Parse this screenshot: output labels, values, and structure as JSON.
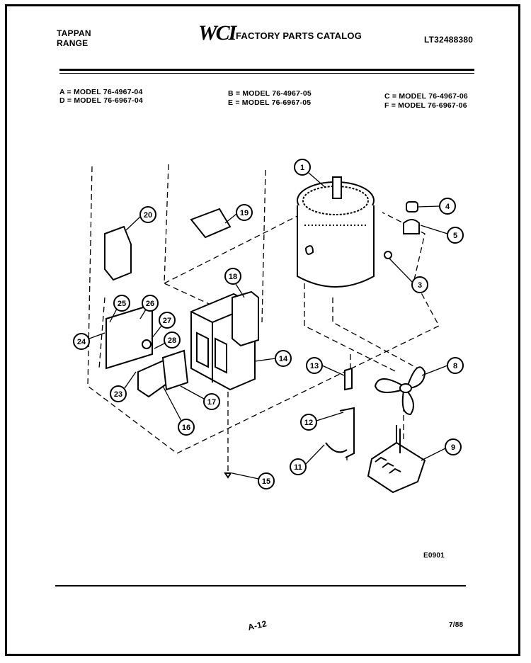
{
  "header": {
    "brand_line1": "TAPPAN",
    "brand_line2": "RANGE",
    "logo": "WCI",
    "catalog_title": "FACTORY PARTS CATALOG",
    "document_number": "LT32488380"
  },
  "models": [
    "A = MODEL 76-4967-04",
    "D = MODEL 76-6967-04",
    "B = MODEL 76-4967-05",
    "E = MODEL 76-6967-05",
    "C = MODEL 76-4967-06",
    "F = MODEL 76-6967-06"
  ],
  "callouts": [
    "1",
    "3",
    "4",
    "5",
    "8",
    "9",
    "11",
    "12",
    "13",
    "14",
    "15",
    "16",
    "17",
    "18",
    "19",
    "20",
    "23",
    "24",
    "25",
    "26",
    "27",
    "28"
  ],
  "footer": {
    "figure_code": "E0901",
    "page_number": "A-12",
    "date_code": "7/88"
  }
}
